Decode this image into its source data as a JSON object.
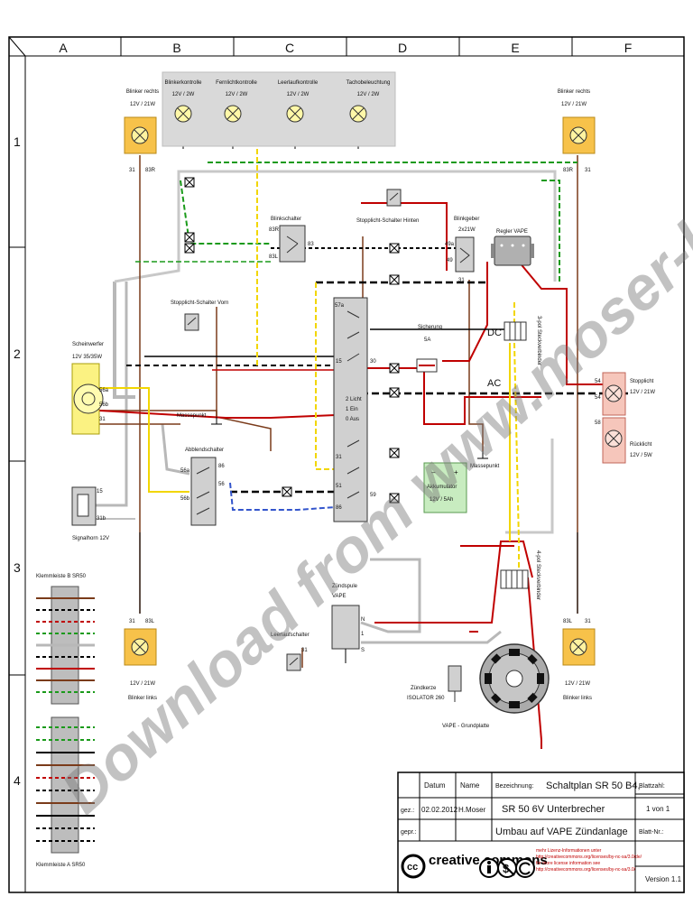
{
  "grid": {
    "columns": [
      "A",
      "B",
      "C",
      "D",
      "E",
      "F"
    ],
    "rows": [
      "1",
      "2",
      "3",
      "4"
    ]
  },
  "lamps": {
    "blinker_rechts_l": {
      "name": "Blinker rechts",
      "rating": "12V / 21W",
      "t1": "31",
      "t2": "83R"
    },
    "blinker_rechts_r": {
      "name": "Blinker rechts",
      "rating": "12V / 21W",
      "t1": "83R",
      "t2": "31"
    },
    "blinker_links_l": {
      "name": "Blinker links",
      "rating": "12V / 21W",
      "t1": "31",
      "t2": "83L"
    },
    "blinker_links_r": {
      "name": "Blinker links",
      "rating": "12V / 21W",
      "t1": "83L",
      "t2": "31"
    },
    "stopplicht": {
      "name": "Stopplicht",
      "rating": "12V / 21W",
      "t1": "54",
      "t2": "54"
    },
    "ruecklicht": {
      "name": "Rücklicht",
      "rating": "12V / 5W",
      "t1": "58"
    }
  },
  "panel": [
    {
      "name": "Blinkerkontrolle",
      "rating": "12V / 2W"
    },
    {
      "name": "Fernlichtkontrolle",
      "rating": "12V / 2W"
    },
    {
      "name": "Leerlaufkontrolle",
      "rating": "12V / 2W"
    },
    {
      "name": "Tachobeleuchtung",
      "rating": "12V / 2W"
    }
  ],
  "components": {
    "blinkschalter": {
      "name": "Blinkschalter",
      "t": [
        "83R",
        "83L",
        "83"
      ]
    },
    "stopplicht_hinten": "Stopplicht-Schalter Hinten",
    "stopplicht_vorn": "Stopplicht-Schalter Vorn",
    "blinkgeber": {
      "name": "Blinkgeber",
      "rating": "2x21W",
      "t": [
        "49a",
        "49",
        "31"
      ]
    },
    "regler": "Regler VAPE",
    "scheinwerfer": {
      "name": "Scheinwerfer",
      "rating": "12V 35/35W",
      "t": [
        "56a",
        "56b",
        "31"
      ]
    },
    "massepunkt_l": "Massepunkt",
    "massepunkt_r": "Massepunkt",
    "abblendschalter": {
      "name": "Abblendschalter",
      "t": [
        "56a",
        "56b",
        "56",
        "86"
      ]
    },
    "signalhorn": {
      "name": "Signalhorn 12V",
      "t": [
        "15",
        "31b"
      ]
    },
    "sicherung": {
      "name": "Sicherung",
      "rating": "5A"
    },
    "zuendschloss": {
      "t": [
        "57a",
        "15",
        "30",
        "31",
        "51",
        "59",
        "86"
      ],
      "legend": [
        "2 Licht",
        "1 Ein",
        "0 Aus"
      ]
    },
    "akku": {
      "name": "Akkumulator",
      "rating": "12V / 5Ah"
    },
    "zuendspule": {
      "name": "Zündspule",
      "sub": "VAPE",
      "t": [
        "N",
        "1",
        "S"
      ]
    },
    "leerlauf": {
      "name": "Leerlaufschalter",
      "t": "31"
    },
    "zuendkerze": {
      "name": "Zündkerze",
      "type": "ISOLATOR 260"
    },
    "grundplatte": "VAPE - Grundplatte",
    "steck3": "3-pol Steckverbinder",
    "steck4": "4-pol Steckverbinder",
    "dc": "DC",
    "ac": "AC"
  },
  "klemmleiste": {
    "top": "Klemmleiste B SR50",
    "bottom": "Klemmleiste A SR50"
  },
  "watermark": "Download from www.moser-ks.de",
  "title_block": {
    "datum_label": "Datum",
    "name_label": "Name",
    "bezeichnung_label": "Bezeichnung:",
    "title1": "Schaltplan SR 50 B4,",
    "title2": "SR 50 6V Unterbrecher",
    "title3": "Umbau auf VAPE Zündanlage",
    "gez_label": "gez.:",
    "gez_date": "02.02.2012",
    "gez_name": "H.Moser",
    "gepr_label": "gepr.:",
    "blattzahl_label": "Blattzahl:",
    "blattzahl": "1 von 1",
    "blattnr_label": "Blatt-Nr.:",
    "version": "Version 1.1",
    "cc_logo": "creative commons",
    "license_lines": [
      "mehr Lizenz-Informationen unter",
      "http://creativecommons.org/licenses/by-nc-sa/3.0/de/",
      "for more license information see",
      "http://creativecommons.org/licenses/by-nc-sa/3.0/"
    ]
  }
}
